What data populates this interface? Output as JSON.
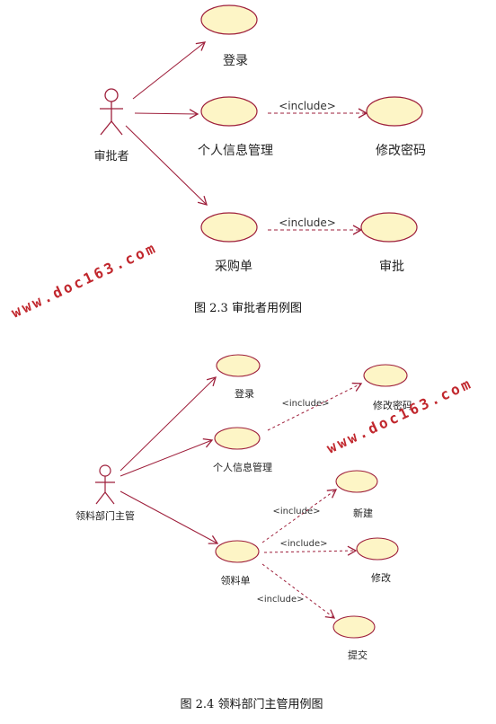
{
  "diagram1": {
    "actor": "审批者",
    "use_cases": {
      "login": "登录",
      "personal_info": "个人信息管理",
      "change_password": "修改密码",
      "purchase_order": "采购单",
      "approve": "审批"
    },
    "include_label": "<include>",
    "caption": "图 2.3  审批者用例图"
  },
  "diagram2": {
    "actor": "领料部门主管",
    "use_cases": {
      "login": "登录",
      "personal_info": "个人信息管理",
      "change_password": "修改密码",
      "material_order": "领料单",
      "new": "新建",
      "modify": "修改",
      "submit": "提交"
    },
    "include_label": "<include>",
    "caption": "图 2.4 领料部门主管用例图"
  },
  "watermark": "www.doc163.com",
  "colors": {
    "ellipse_fill": "#fdf5c6",
    "ellipse_stroke": "#9e1f3b",
    "arrow": "#9e1f3b",
    "watermark": "#c1272d"
  }
}
